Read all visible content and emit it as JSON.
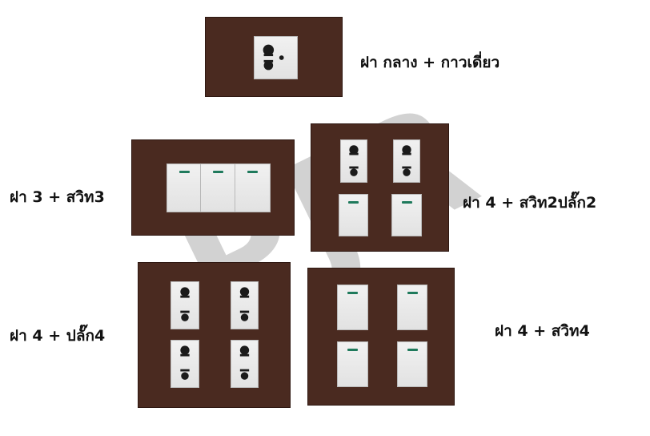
{
  "colors": {
    "plate": "#4a2a20",
    "led": "#1f7a5c",
    "watermark": "#8c8c8c"
  },
  "watermark": "PJR",
  "captions": {
    "top": "ฝา กลาง + กาวเดี่ยว",
    "three_switch": "ฝา 3 + สวิท3",
    "four_switch2_socket2": "ฝา 4 + สวิท2ปลั๊ก2",
    "four_socket4": "ฝา 4 + ปลั๊ก4",
    "four_switch4": "ฝา 4 + สวิท4"
  },
  "icons": {
    "single_socket": "socket-icon",
    "socket": "socket-icon",
    "switch": "switch-icon"
  }
}
